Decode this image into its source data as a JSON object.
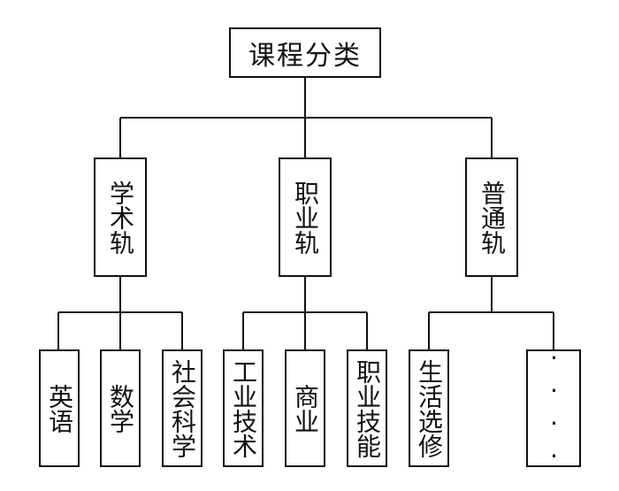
{
  "root": {
    "label": "课程分类"
  },
  "tracks": [
    {
      "label": "学术轨",
      "children": [
        "英语",
        "数学",
        "社会科学"
      ]
    },
    {
      "label": "职业轨",
      "children": [
        "工业技术",
        "商业",
        "职业技能"
      ]
    },
    {
      "label": "普通轨",
      "children": [
        "生活选修",
        "····"
      ]
    }
  ]
}
